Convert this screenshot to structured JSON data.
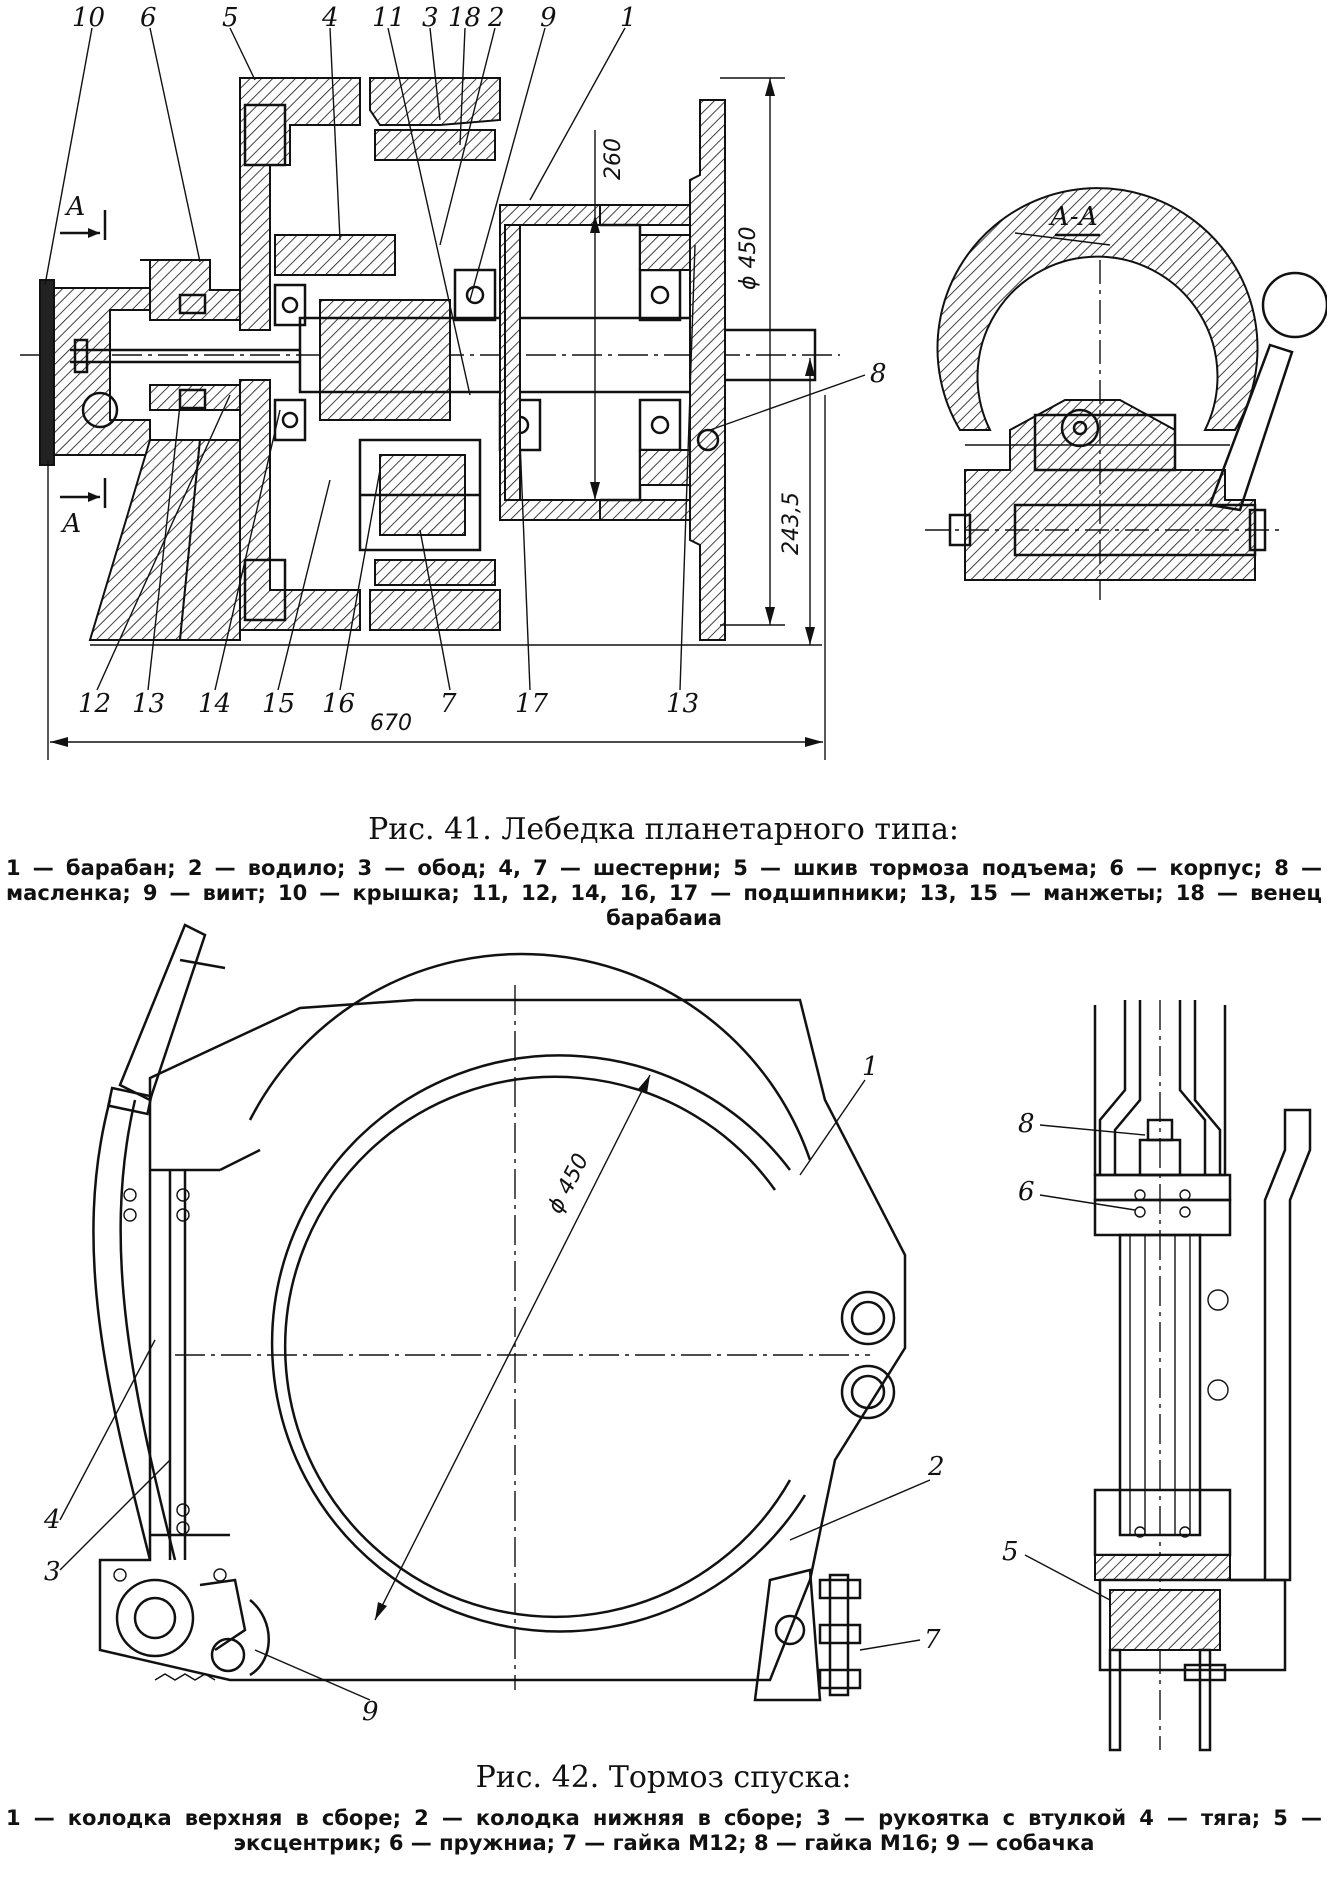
{
  "fig41": {
    "title": "Рис. 41. Лебедка планетарного типа:",
    "legend": "1 — барабан; 2 — водило; 3 — обод; 4, 7 — шестерни; 5 — шкив тормоза подъема; 6 — корпус; 8 — масленка; 9 — виит; 10 — крышка; 11, 12, 14, 16, 17 — подшипники; 13, 15 — манжеты; 18 — венец барабаиа",
    "top_labels": [
      "10",
      "6",
      "5",
      "4",
      "11",
      "3",
      "18",
      "2",
      "9",
      "1"
    ],
    "bottom_labels": [
      "12",
      "13",
      "14",
      "15",
      "16",
      "7",
      "17",
      "13"
    ],
    "label_8": "8",
    "dim_260": "260",
    "dim_450": "ϕ 450",
    "dim_2435": "243,5",
    "dim_670": "670",
    "section_mark": "А",
    "section_title": "А-А"
  },
  "fig42": {
    "title": "Рис. 42. Тормоз спуска:",
    "legend": "1 — колодка верхняя в сборе; 2 — колодка нижняя в сборе; 3 — рукоятка с втулкой 4 — тяга; 5 — эксцентрик; 6 — пружниа; 7 — гайка М12; 8 — гайка М16; 9 — собачка",
    "labels": [
      "1",
      "2",
      "3",
      "4",
      "7",
      "9"
    ],
    "side_labels": [
      "8",
      "6",
      "5"
    ],
    "dim_450": "ϕ 450"
  }
}
